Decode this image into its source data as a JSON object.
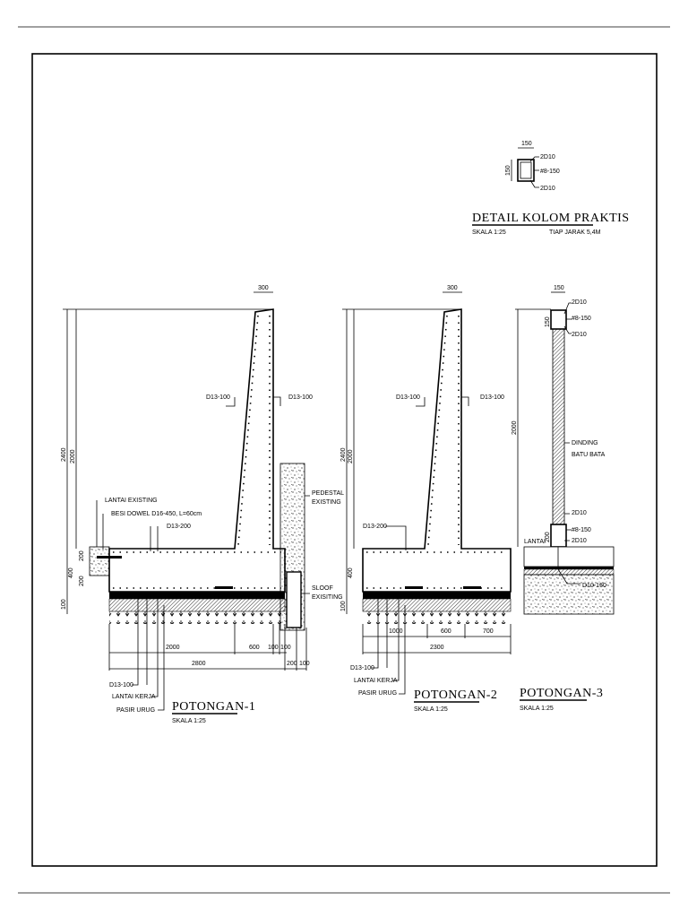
{
  "detail_kolom": {
    "title": "DETAIL KOLOM PRAKTIS",
    "scale": "SKALA 1:25",
    "note": "TIAP JARAK 5,4M",
    "dim_width": "150",
    "dim_height": "150",
    "label_top": "2D10",
    "label_stirrup": "#8-150",
    "label_bottom": "2D10"
  },
  "potongan1": {
    "title": "POTONGAN-1",
    "scale": "SKALA 1:25",
    "dim_top": "300",
    "dim_total_height": "2400",
    "dim_wall_height": "2000",
    "dim_footing": "400",
    "dim_200a": "200",
    "dim_200b": "200",
    "dim_100": "100",
    "rebar_left": "D13-100",
    "rebar_right": "D13-100",
    "lantai_existing": "LANTAI EXISTING",
    "besi_dowel": "BESI DOWEL D16-450, L=60cm",
    "rebar_slab": "D13-200",
    "pedestal": [
      "PEDESTAL",
      "EXISTING"
    ],
    "sloof": [
      "SLOOF",
      "EXISITING"
    ],
    "dims_row1": [
      "2000",
      "600",
      "100",
      "100"
    ],
    "dims_row2": [
      "2800",
      "200",
      "100"
    ],
    "legend": [
      "D13-100",
      "LANTAI KERJA",
      "PASIR URUG"
    ]
  },
  "potongan2": {
    "title": "POTONGAN-2",
    "scale": "SKALA 1:25",
    "dim_top": "300",
    "dim_total_height": "2400",
    "dim_wall_height": "2000",
    "dim_footing": "400",
    "dim_100": "100",
    "rebar_left": "D13-100",
    "rebar_right": "D13-100",
    "rebar_slab": "D13-200",
    "dims_row1": [
      "1000",
      "600",
      "700"
    ],
    "dims_row2": [
      "2300"
    ],
    "legend": [
      "D13-100",
      "LANTAI KERJA",
      "PASIR URUG"
    ]
  },
  "potongan3": {
    "title": "POTONGAN-3",
    "scale": "SKALA 1:25",
    "dim_top": "150",
    "dim_col": "150",
    "dim_wall_height": "2000",
    "dim_sloof": "200",
    "labels": [
      "2D10",
      "#8-150",
      "2D10",
      "DINDING",
      "BATU BATA",
      "2D10",
      "#8-150",
      "2D10"
    ],
    "lantai": "LANTAI",
    "rebar_floor": "D10-150"
  }
}
